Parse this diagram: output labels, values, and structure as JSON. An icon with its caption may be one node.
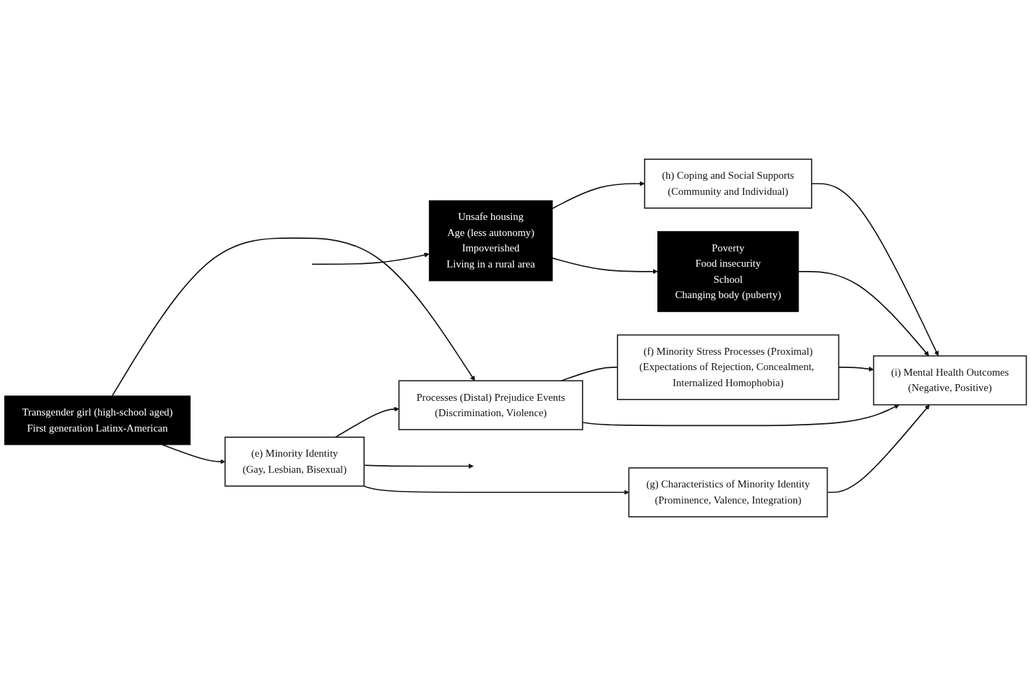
{
  "diagram": {
    "nodes": [
      {
        "text": [
          "Unsafe housing",
          "Age (less autonomy)",
          "Impoverished",
          "Living in a rural area"
        ]
      },
      {
        "text": [
          "Poverty",
          "Food insecurity",
          "School",
          "Changing body (puberty)"
        ]
      },
      {
        "text": [
          "(h) Coping and Social Supports",
          "(Community and Individual)"
        ]
      },
      {
        "text": [
          "(i) Mental Health Outcomes",
          "(Negative, Positive)"
        ]
      },
      {
        "text": [
          "Transgender girl (high-school aged)",
          "First generation Latinx-American"
        ]
      },
      {
        "text": [
          "Processes (Distal) Prejudice Events",
          "(Discrimination, Violence)"
        ]
      },
      {
        "text": [
          "(f) Minority Stress Processes (Proximal)",
          "(Expectations of Rejection, Concealment, Internalized Homophobia)"
        ]
      },
      {
        "text": [
          "(e) Minority Identity",
          "(Gay, Lesbian, Bisexual)"
        ]
      },
      {
        "text": [
          "(g) Characteristics of Minority Identity",
          "(Prominence, Valence, Integration)"
        ]
      }
    ],
    "edges": [
      {
        "from": null,
        "to": 0,
        "arrow": "to"
      },
      {
        "from": 0,
        "to": 2,
        "arrow": "to"
      },
      {
        "from": 0,
        "to": 1,
        "arrow": "to"
      },
      {
        "from": 4,
        "to": 5,
        "arrow": "to"
      },
      {
        "from": 4,
        "to": 7,
        "arrow": "to"
      },
      {
        "from": 7,
        "to": 5,
        "arrow": "to"
      },
      {
        "from": 7,
        "to": null,
        "arrow": "to"
      },
      {
        "from": 7,
        "to": 8,
        "arrow": "to"
      },
      {
        "from": 5,
        "to": 6,
        "arrow": "none"
      },
      {
        "from": 1,
        "to": 3,
        "arrow": "to"
      },
      {
        "from": 5,
        "to": 3,
        "arrow": "to"
      },
      {
        "from": 6,
        "to": 3,
        "arrow": "to"
      },
      {
        "from": 2,
        "to": 3,
        "arrow": "to"
      },
      {
        "from": 8,
        "to": 3,
        "arrow": "to"
      }
    ]
  }
}
